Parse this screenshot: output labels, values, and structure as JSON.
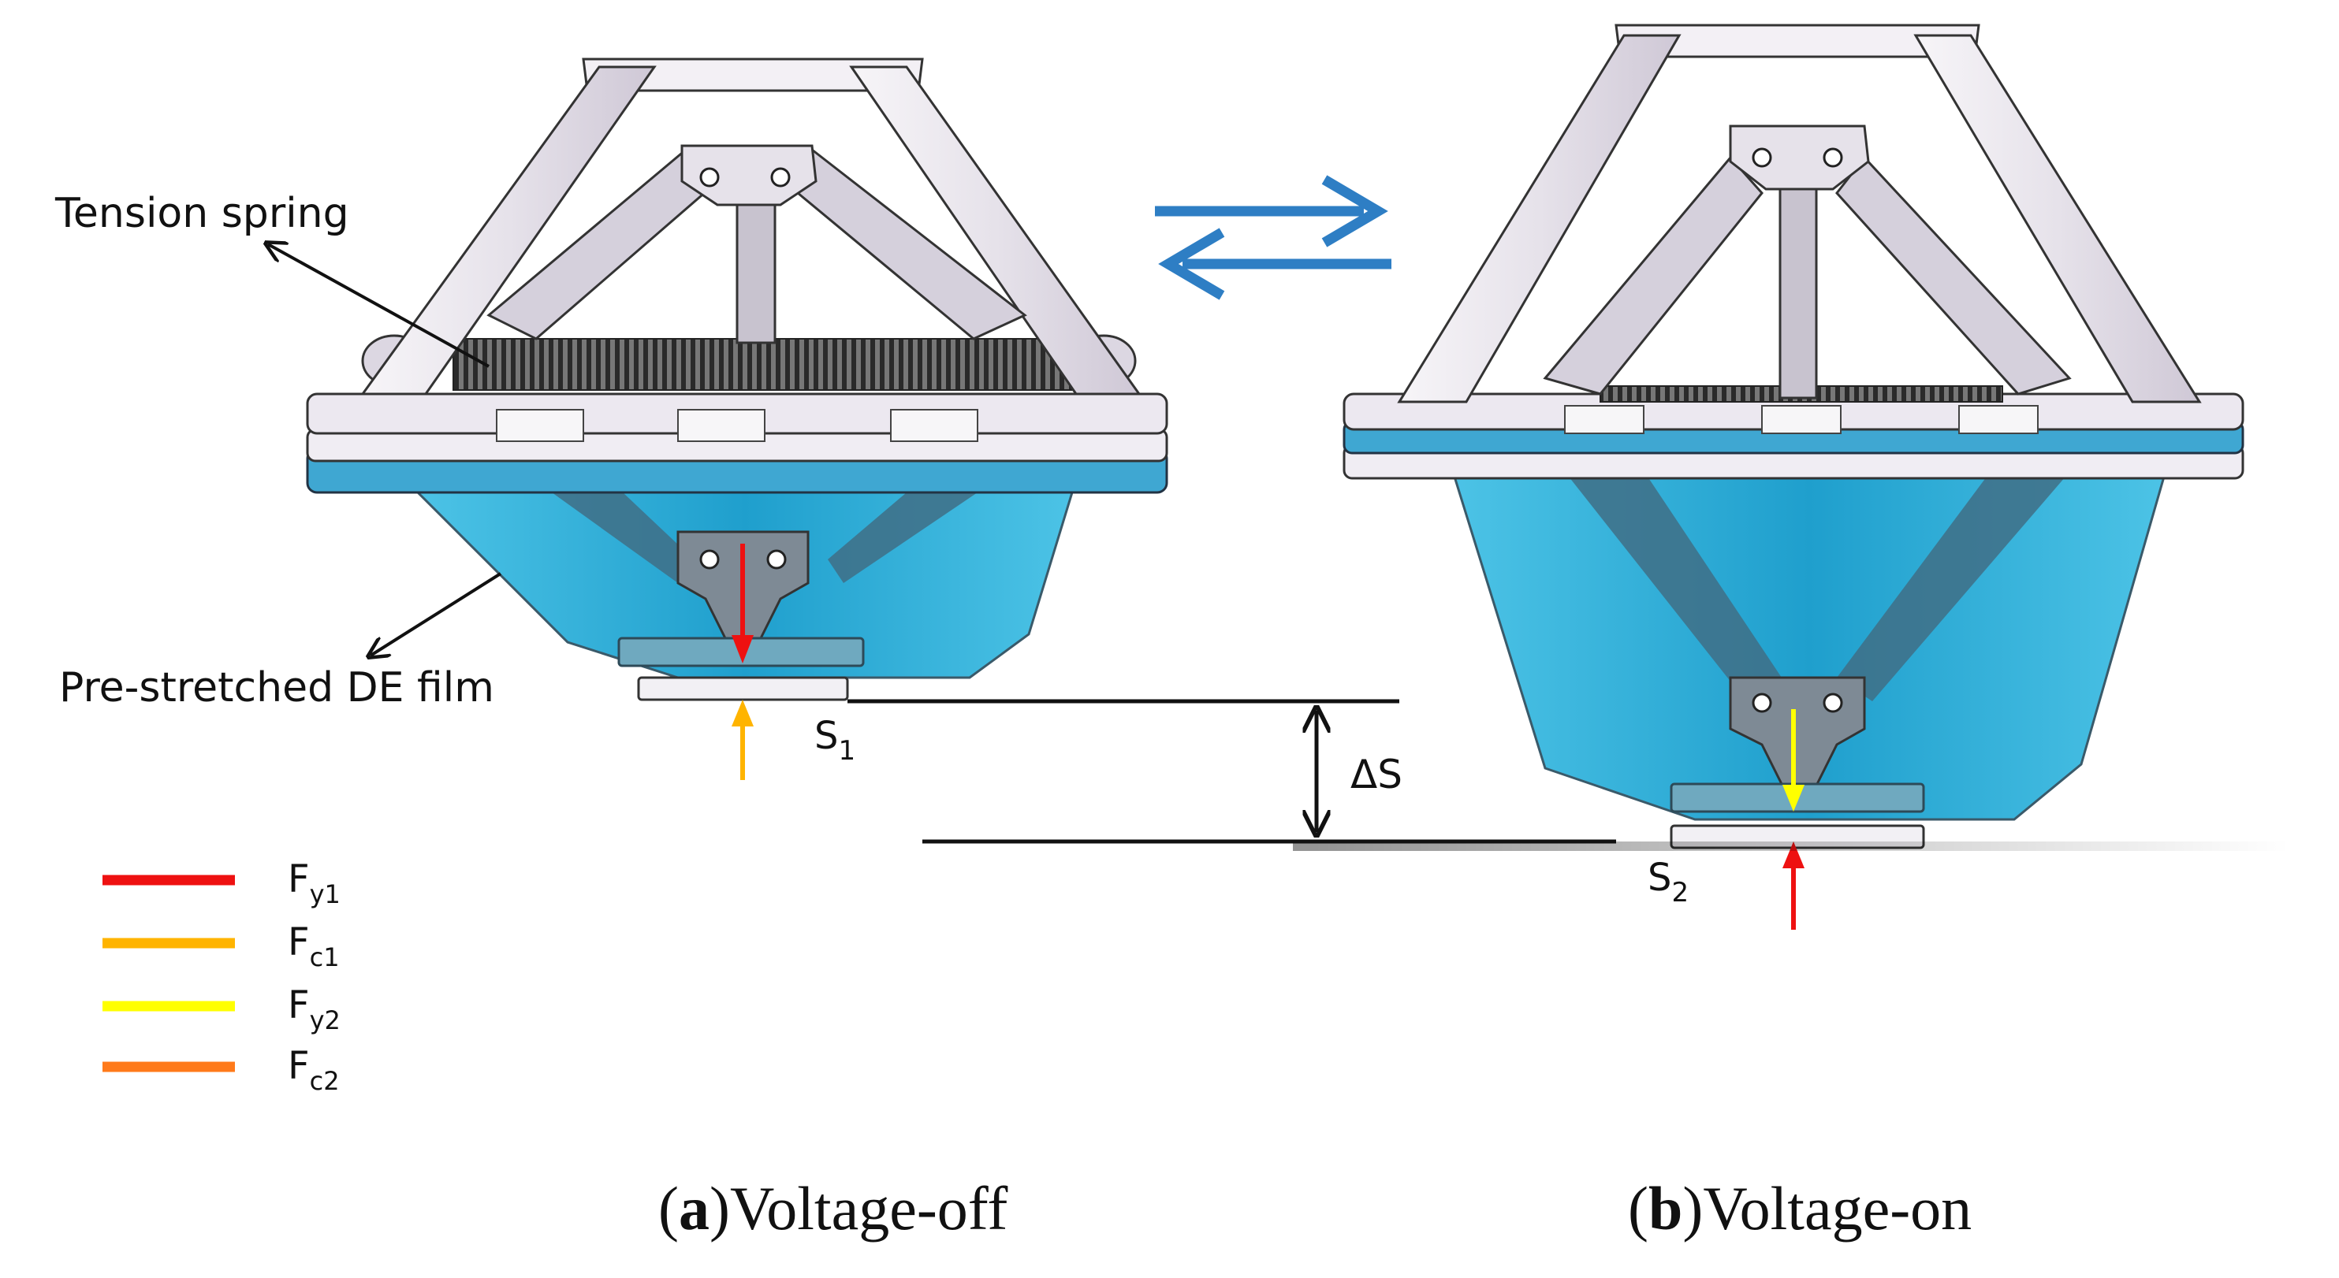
{
  "labels": {
    "tension_spring": "Tension spring",
    "de_film": "Pre-stretched DE film",
    "s1_main": "S",
    "s1_sub": "1",
    "s2_main": "S",
    "s2_sub": "2",
    "delta_s": "ΔS"
  },
  "legend": [
    {
      "main": "F",
      "sub": "y1",
      "color": "#ee1111"
    },
    {
      "main": "F",
      "sub": "c1",
      "color": "#ffb400"
    },
    {
      "main": "F",
      "sub": "y2",
      "color": "#ffff00"
    },
    {
      "main": "F",
      "sub": "c2",
      "color": "#ff7a1a"
    }
  ],
  "captions": {
    "a_open": "(",
    "a_letter": "a",
    "a_text": ")Voltage-off",
    "b_open": "(",
    "b_letter": "b",
    "b_text": ")Voltage-on"
  },
  "colors": {
    "transition_arrows": "#2e7ec4",
    "film": "#2aa6cf",
    "frame": "#f1eef3"
  }
}
